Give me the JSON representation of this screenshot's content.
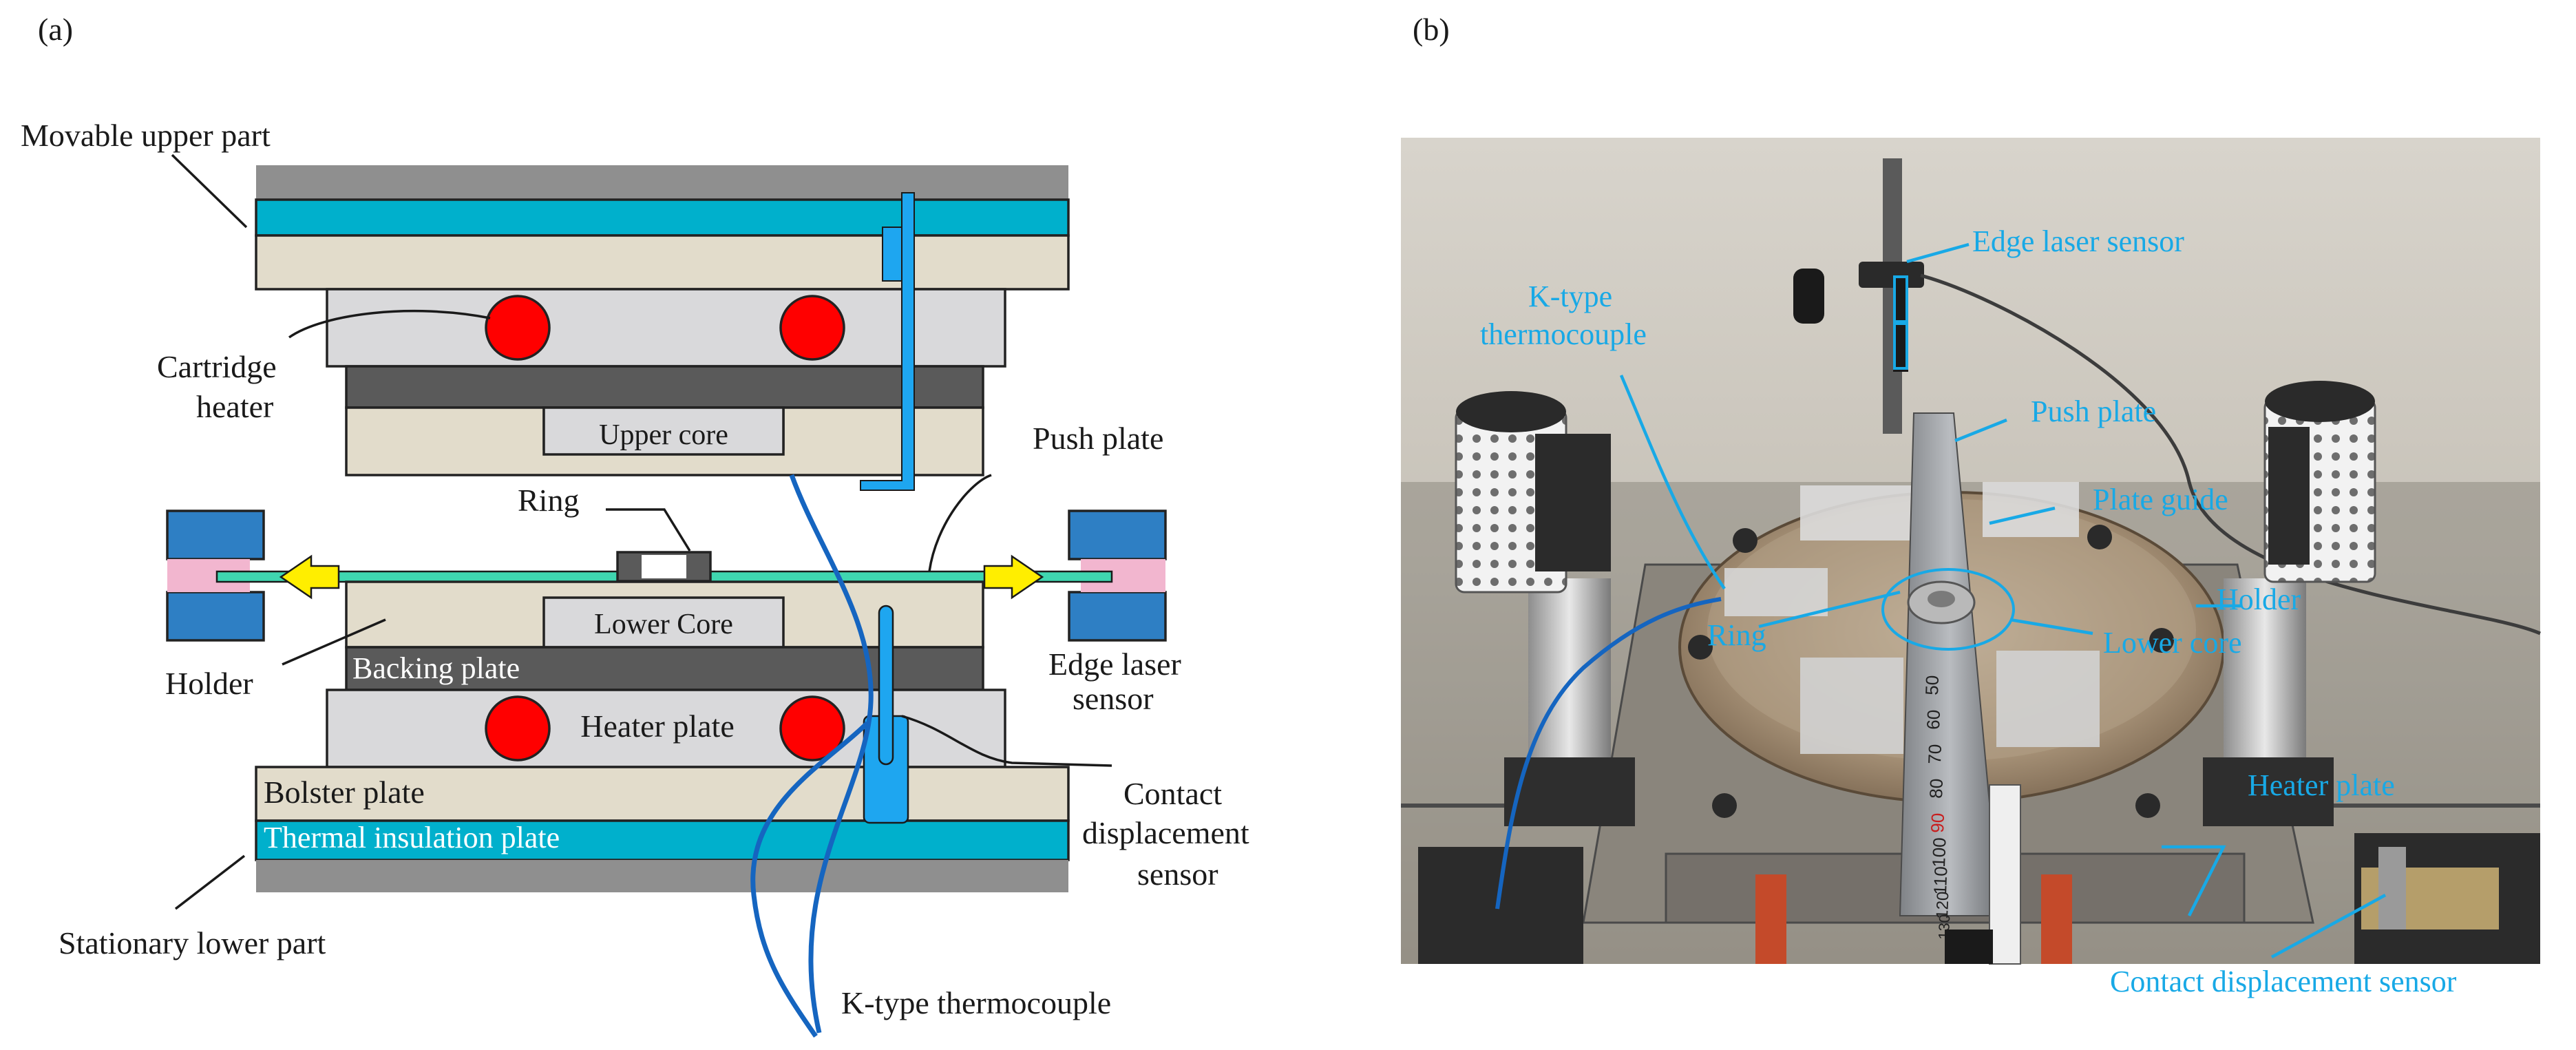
{
  "panel_a": {
    "tag": "(a)",
    "labels": {
      "movable_upper_part": "Movable upper part",
      "cartridge_heater_1": "Cartridge",
      "cartridge_heater_2": "heater",
      "upper_core": "Upper core",
      "push_plate": "Push plate",
      "ring": "Ring",
      "lower_core": "Lower Core",
      "holder": "Holder",
      "backing_plate": "Backing plate",
      "edge_laser_1": "Edge laser",
      "edge_laser_2": "sensor",
      "heater_plate": "Heater plate",
      "contact_disp_1": "Contact",
      "contact_disp_2": "displacement",
      "contact_disp_3": "sensor",
      "bolster_plate": "Bolster plate",
      "thermal_insulation_plate": "Thermal insulation plate",
      "stationary_lower_part": "Stationary lower part",
      "k_type_thermocouple": "K-type thermocouple"
    }
  },
  "panel_b": {
    "tag": "(b)",
    "labels": {
      "edge_laser_sensor": "Edge laser sensor",
      "k_type_1": "K-type",
      "k_type_2": "thermocouple",
      "push_plate": "Push plate",
      "plate_guide": "Plate guide",
      "holder": "Holder",
      "ring": "Ring",
      "lower_core": "Lower core",
      "heater_plate": "Heater plate",
      "contact_displacement_sensor": "Contact displacement sensor"
    },
    "ruler_numbers": [
      "50",
      "60",
      "70",
      "80",
      "90",
      "100",
      "110",
      "120",
      "130"
    ]
  },
  "colors": {
    "cyan_plate": "#00b0cc",
    "beige": "#e2dccb",
    "light_gray": "#d9d9db",
    "dark_gray": "#5a5a5a",
    "heater_red": "#ff0000",
    "sensor_blue": "#1ea6f0",
    "holder_blue": "#2e7fc4",
    "holder_pink": "#f2b6cf",
    "arrow_yellow": "#ffee00",
    "thermocouple_blue": "#1565c0",
    "photo_label_blue": "#18a9e6"
  }
}
